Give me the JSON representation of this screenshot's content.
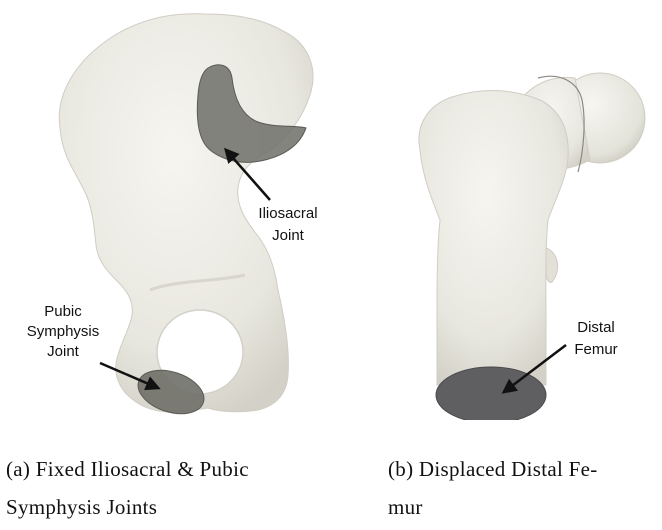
{
  "panel_a": {
    "annotations": {
      "iliosacral_line1": "Iliosacral",
      "iliosacral_line2": "Joint",
      "pubic_line1": "Pubic",
      "pubic_line2": "Symphysis",
      "pubic_line3": "Joint"
    },
    "caption_line1": "(a)  Fixed  Iliosacral  &  Pubic",
    "caption_line2": "Symphysis Joints"
  },
  "panel_b": {
    "annotations": {
      "distal_line1": "Distal",
      "distal_line2": "Femur"
    },
    "caption_line1": "(b)  Displaced Distal Fe-",
    "caption_line2": "mur"
  },
  "colors": {
    "bone": "#ecebe4",
    "bone_shadow": "#d6d4cb",
    "joint_surface": "#6f6f68",
    "cut_surface": "#5f5f62"
  }
}
